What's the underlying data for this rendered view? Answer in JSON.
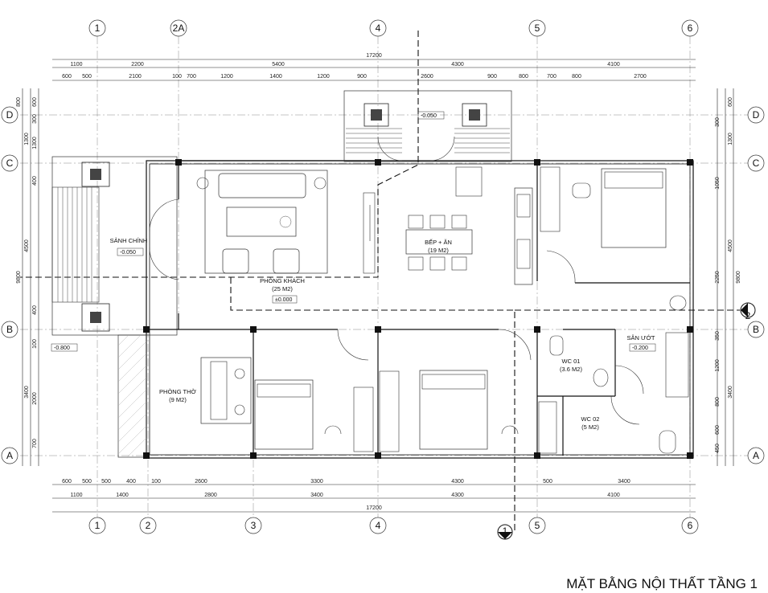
{
  "title": "MẶT BẰNG NỘI THẤT TẦNG 1",
  "axes": {
    "columns": [
      "1",
      "2A",
      "4",
      "5",
      "6",
      "1",
      "2",
      "3",
      "4",
      "5",
      "6"
    ],
    "rows": [
      "D",
      "C",
      "B",
      "A",
      "D",
      "C",
      "B",
      "A"
    ]
  },
  "section_marks": [
    "1",
    "2"
  ],
  "rooms": {
    "sanh_chinh": "SẢNH CHÍNH",
    "phong_khach": "PHÒNG KHÁCH",
    "phong_khach_area": "(25 M2)",
    "bep_an": "BẾP + ĂN",
    "bep_an_area": "(19 M2)",
    "phong_tho": "PHÒNG THỜ",
    "phong_tho_area": "(9 M2)",
    "wc01": "WC 01",
    "wc01_area": "(3.6 M2)",
    "wc02": "WC 02",
    "wc02_area": "(5 M2)",
    "san_uot": "SÂN ƯỚT"
  },
  "levels": {
    "sanh": "-0.050",
    "khach": "±0.000",
    "outside": "-0.800",
    "top": "-0.050",
    "san_uot": "-0.200"
  },
  "dims": {
    "top_total": "17200",
    "top_row1": [
      "1100",
      "2200",
      "5400",
      "4300",
      "4100"
    ],
    "top_row2": [
      "600",
      "500",
      "2100",
      "100",
      "700",
      "1200",
      "1400",
      "1200",
      "900",
      "2600",
      "900",
      "800",
      "700",
      "800",
      "2700"
    ],
    "bottom_row1": [
      "600",
      "500",
      "500",
      "400",
      "100",
      "2600",
      "3300",
      "4300",
      "500",
      "3400"
    ],
    "bottom_row2": [
      "1100",
      "1400",
      "2800",
      "3400",
      "4300",
      "4100"
    ],
    "bottom_total": "17200",
    "left_outer": [
      "800",
      "1300",
      "4500",
      "3400"
    ],
    "left_total": "9800",
    "left_inner": [
      "600",
      "300",
      "1300",
      "400",
      "400",
      "100",
      "2000",
      "700"
    ],
    "right_outer": [
      "600",
      "1300",
      "4500",
      "3400"
    ],
    "right_total": "9800",
    "right_inner": [
      "300",
      "1050",
      "2250",
      "350",
      "1200",
      "800",
      "600",
      "450"
    ]
  }
}
